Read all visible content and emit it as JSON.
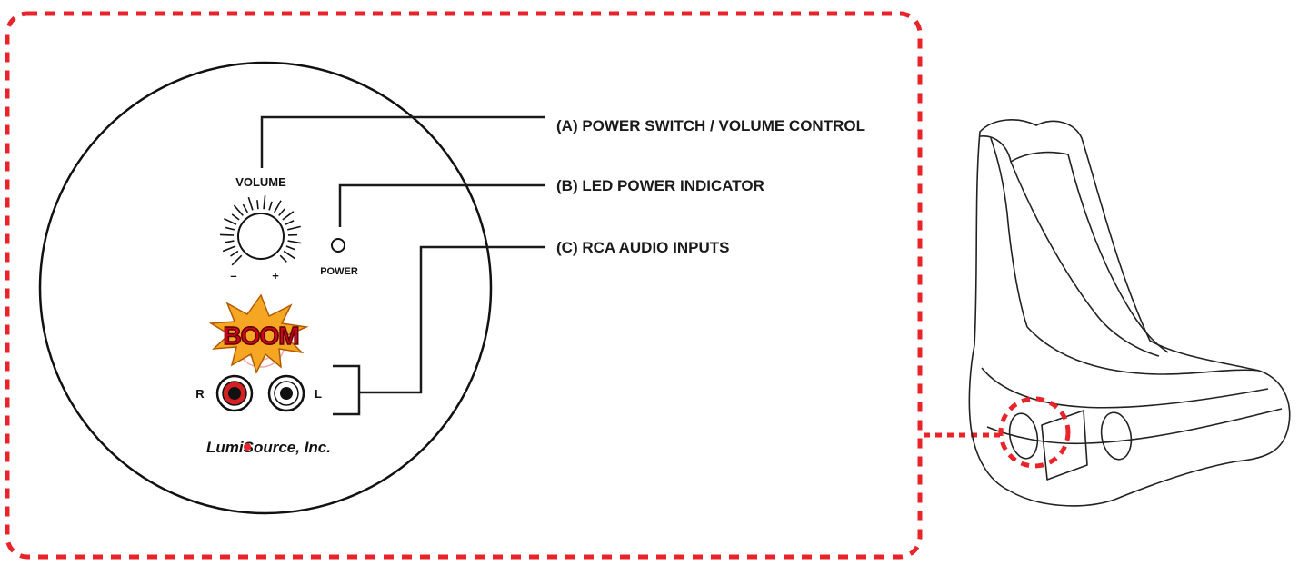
{
  "callouts": [
    {
      "label": "(A)  POWER SWITCH / VOLUME CONTROL"
    },
    {
      "label": "(B)  LED POWER INDICATOR"
    },
    {
      "label": "(C)  RCA AUDIO INPUTS"
    }
  ],
  "panel": {
    "volume_label": "VOLUME",
    "minus_label": "–",
    "plus_label": "+",
    "power_label": "POWER",
    "logo_text": "BOOM",
    "left_channel": "L",
    "right_channel": "R",
    "brand_text_1": "Lumi",
    "brand_text_2": "ource, Inc."
  },
  "colors": {
    "dashed_border": "#e8232a",
    "line": "#1a1a1a",
    "rca_red": "#d42020",
    "logo_orange": "#f5a623",
    "logo_red": "#d0021b"
  },
  "icons": {
    "volume_knob": "volume-knob-icon",
    "led": "led-indicator-icon",
    "rca_right": "rca-jack-red-icon",
    "rca_left": "rca-jack-white-icon",
    "chair": "gaming-chair-illustration"
  }
}
